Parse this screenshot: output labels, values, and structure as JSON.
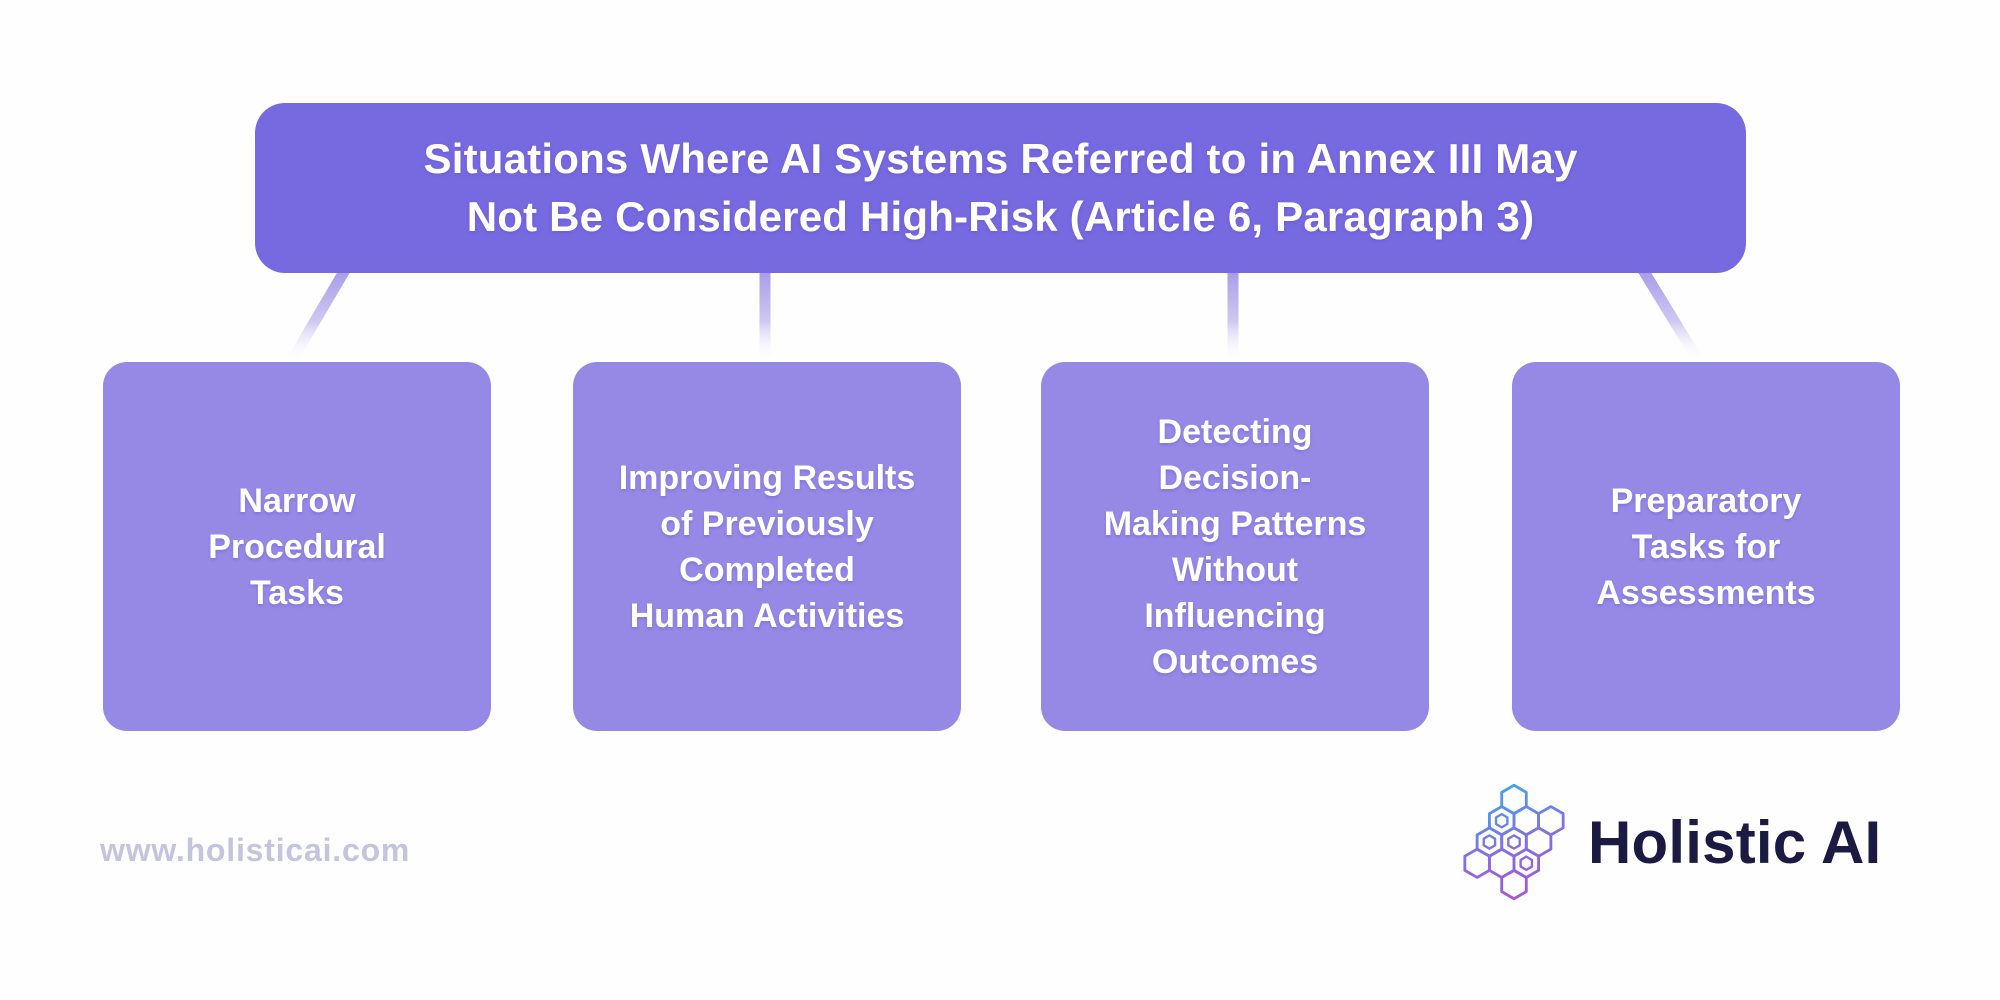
{
  "title": {
    "lines": [
      "Situations Where AI Systems Referred to in Annex III May",
      "Not Be Considered High-Risk (Article 6, Paragraph 3)"
    ]
  },
  "boxes": [
    {
      "id": "narrow-procedural-tasks",
      "lines": [
        "Narrow",
        "Procedural",
        "Tasks"
      ]
    },
    {
      "id": "improving-results",
      "lines": [
        "Improving Results",
        "of Previously",
        "Completed",
        "Human Activities"
      ]
    },
    {
      "id": "detecting-patterns",
      "lines": [
        "Detecting",
        "Decision-",
        "Making Patterns",
        "Without",
        "Influencing",
        "Outcomes"
      ]
    },
    {
      "id": "preparatory-tasks",
      "lines": [
        "Preparatory",
        "Tasks for",
        "Assessments"
      ]
    }
  ],
  "footer": {
    "website_url": "www.holisticai.com"
  },
  "logo": {
    "brand_name": "Holistic AI",
    "mark": "hexagon-mesh-logo"
  },
  "colors": {
    "background": "#FEFEFF",
    "title_box": "#7769E0",
    "category_box": "#9689E6",
    "connector_start": "#A89DE8",
    "connector_end": "#FFFFFF",
    "text_on_purple": "#FFFFFF",
    "footer_text": "#C5C4DE",
    "brand_text": "#1A1A42",
    "logo_gradient_top": "#38ABF3",
    "logo_gradient_bottom": "#AC52D8"
  }
}
